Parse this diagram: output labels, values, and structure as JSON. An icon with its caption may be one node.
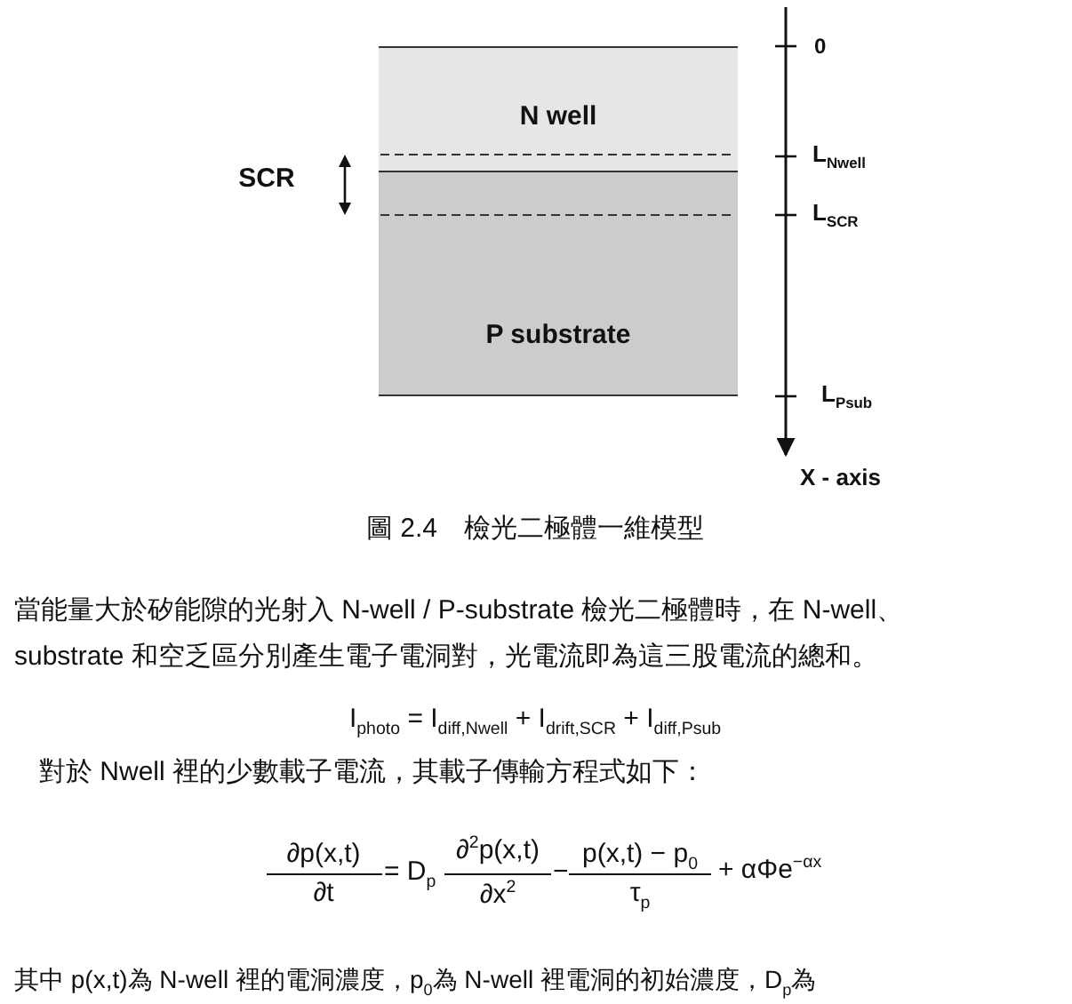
{
  "diagram": {
    "caption": "圖 2.4　檢光二極體一維模型",
    "nodes": [
      {
        "text": [
          "N well"
        ]
      },
      {
        "text": [
          "P substrate"
        ]
      }
    ],
    "edges": [],
    "labels": [
      "SCR",
      "0",
      "L$_{Nwell}$",
      "L$_{SCR}$",
      "L$_{Psub}$",
      "X - axis",
      "當能量大於矽能隙的光射入 N-well / P-substrate 檢光二極體時，在 N-well、",
      "substrate 和空乏區分別產生電子電洞對，光電流即為這三股電流的總和。",
      "I$_{photo}$ = I$_{diff,Nwell}$ + I$_{drift,SCR}$ + I$_{diff,Psub}$",
      "對於 Nwell 裡的少數載子電流，其載子傳輸方程式如下：",
      "∂p(x,t)",
      "∂t",
      "= D$_{p}$",
      "∂$^{2}$p(x,t)",
      "∂x$^{2}$",
      "−",
      "p(x,t) − p$_{0}$",
      "τ$_{p}$",
      "+ αΦe$^{−αx}$",
      "其中 p(x,t)為 N-well 裡的電洞濃度，p$_{0}$為 N-well 裡電洞的初始濃度，D$_{p}$為"
    ]
  }
}
